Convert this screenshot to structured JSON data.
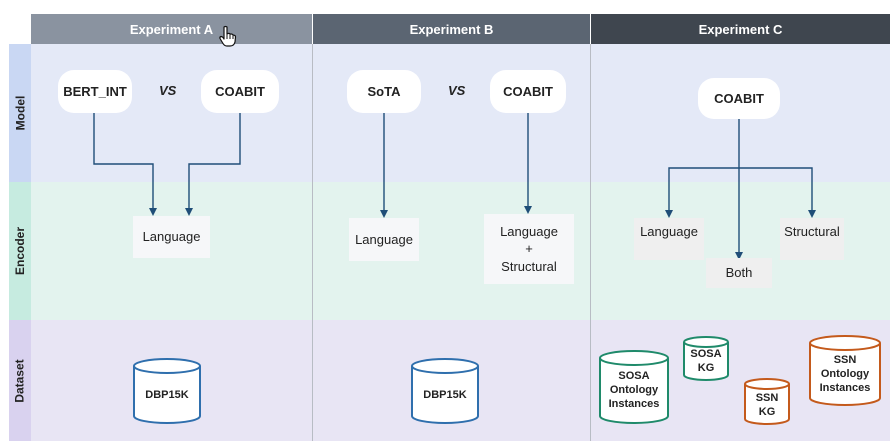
{
  "headers": {
    "exp_a": "Experiment A",
    "exp_b": "Experiment B",
    "exp_c": "Experiment C"
  },
  "rows": {
    "model": "Model",
    "encoder": "Encoder",
    "dataset": "Dataset"
  },
  "exp_a": {
    "model_left": "BERT_INT",
    "vs": "VS",
    "model_right": "COABIT",
    "encoder": "Language",
    "dataset": "DBP15K"
  },
  "exp_b": {
    "model_left": "SoTA",
    "vs": "VS",
    "model_right": "COABIT",
    "encoder_left": "Language",
    "encoder_right_line1": "Language",
    "encoder_right_line2": "+",
    "encoder_right_line3": "Structural",
    "dataset": "DBP15K"
  },
  "exp_c": {
    "model": "COABIT",
    "encoder_language": "Language",
    "encoder_both": "Both",
    "encoder_structural": "Structural",
    "datasets": {
      "sosa_onto_1": "SOSA",
      "sosa_onto_2": "Ontology",
      "sosa_onto_3": "Instances",
      "sosa_kg_1": "SOSA",
      "sosa_kg_2": "KG",
      "ssn_kg_1": "SSN",
      "ssn_kg_2": "KG",
      "ssn_onto_1": "SSN",
      "ssn_onto_2": "Ontology",
      "ssn_onto_3": "Instances"
    }
  },
  "colors": {
    "header_a": "#8a93a0",
    "header_b": "#5b6572",
    "header_c": "#3f464f",
    "row_model": "#e4e9f7",
    "row_encoder": "#e3f3ee",
    "row_dataset": "#e8e5f4",
    "label_model": "#c9d7f3",
    "label_encoder": "#c6ebe0",
    "label_dataset": "#d9d2ef",
    "arrow": "#1f4e78",
    "cyl_blue": "#2f6fad",
    "cyl_green": "#1f8a6a",
    "cyl_orange": "#c45a1c"
  }
}
